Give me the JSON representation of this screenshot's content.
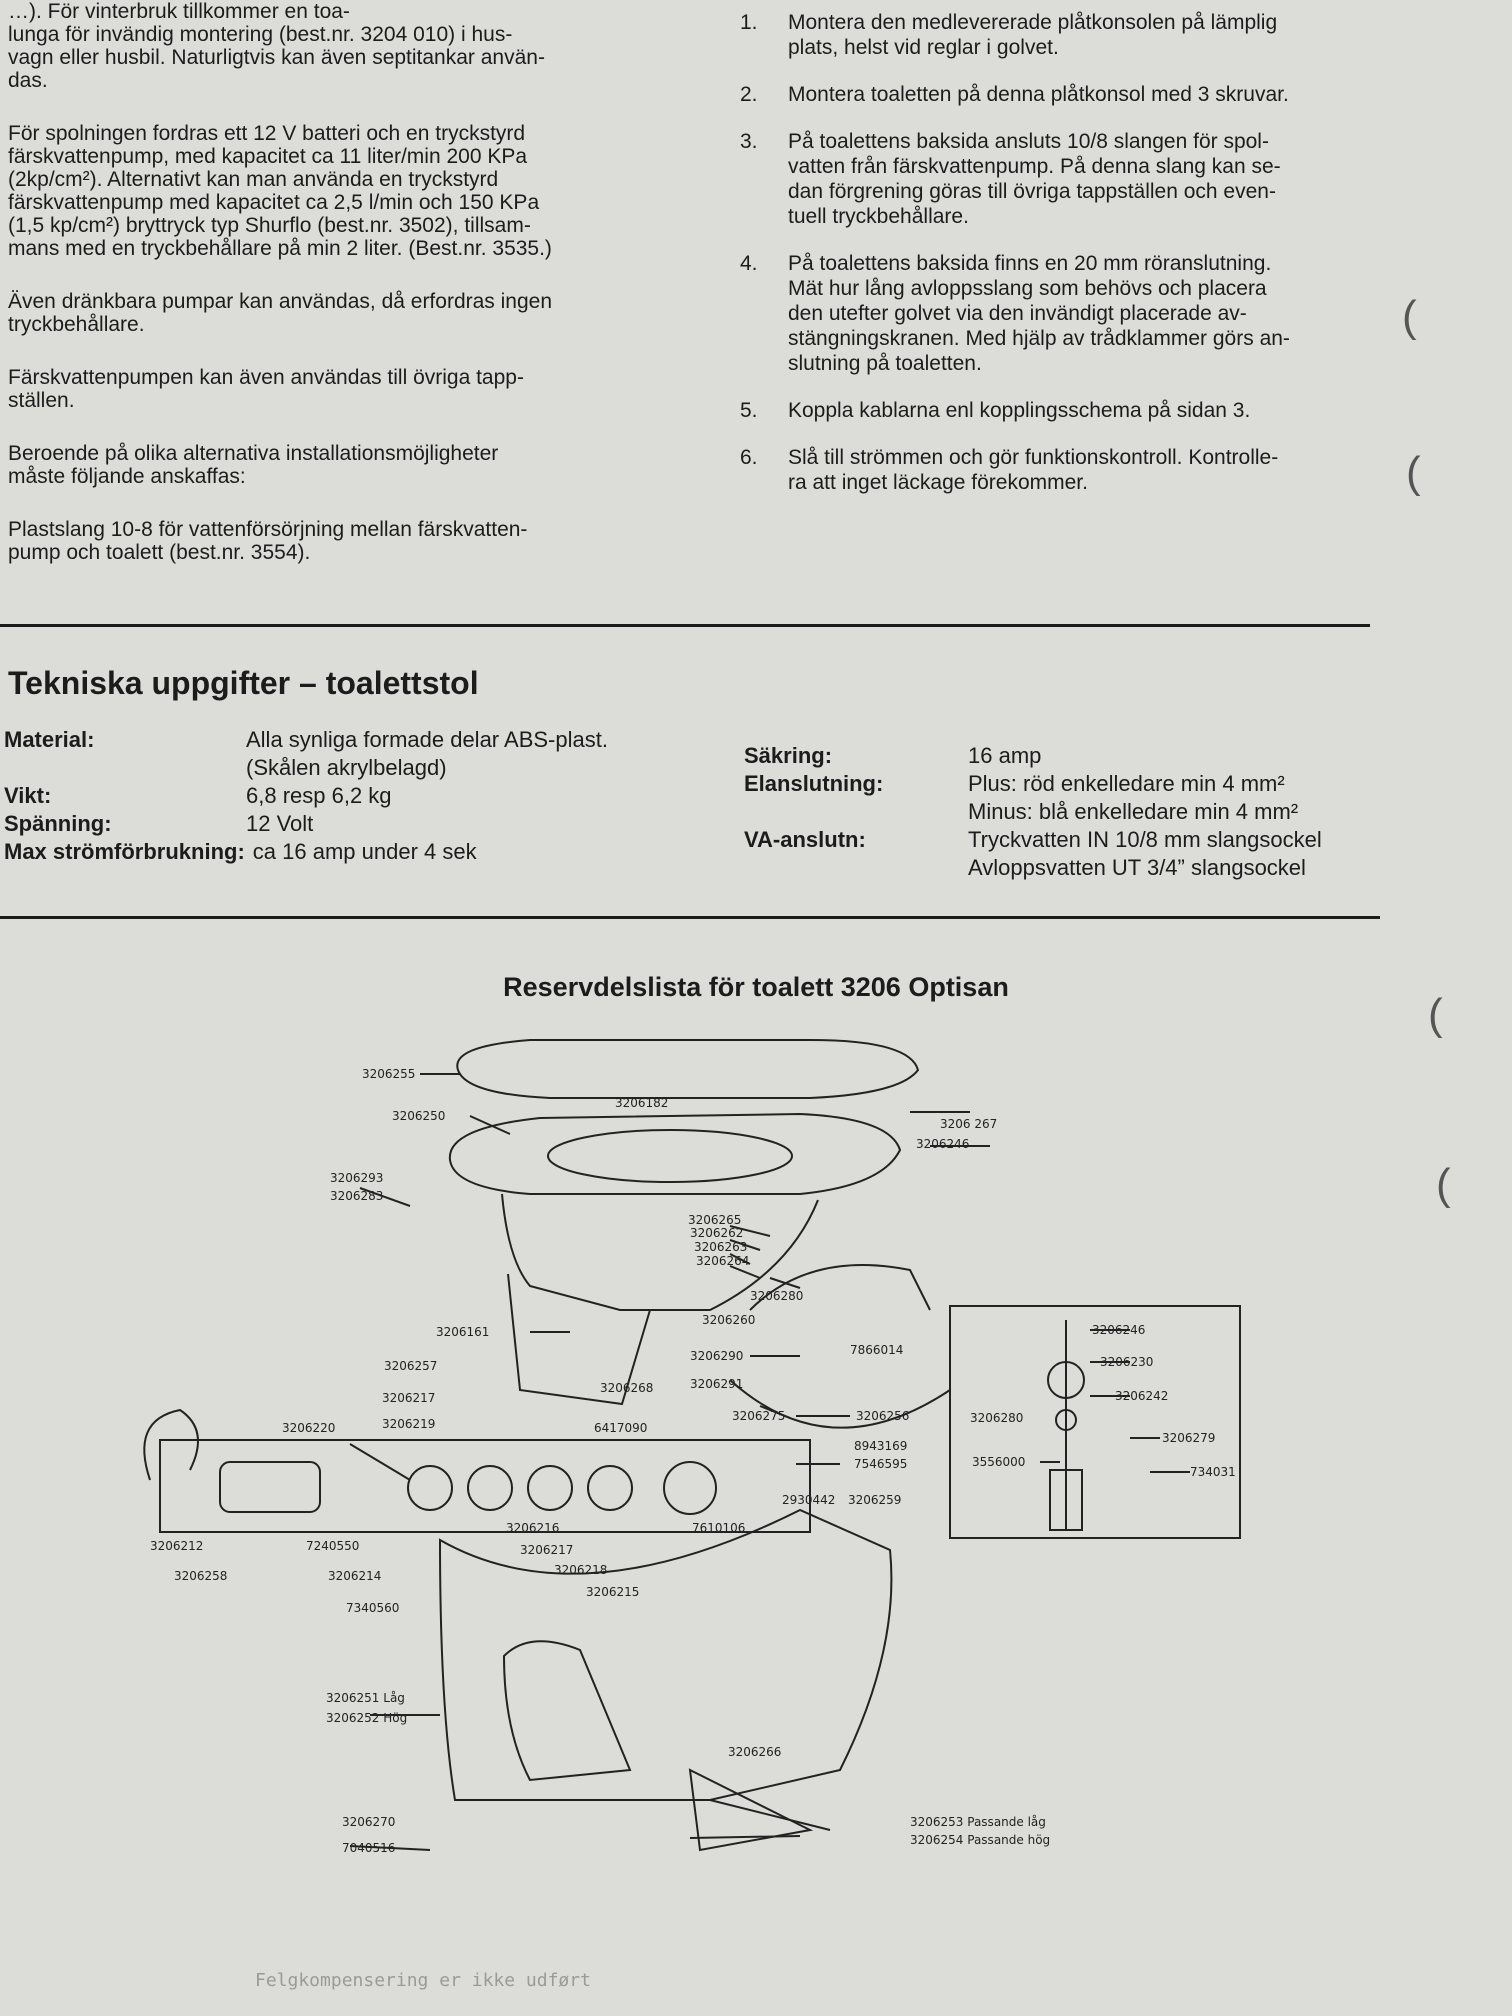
{
  "intro_left": [
    "…). För vinterbruk tillkommer en toa-\nlunga för invändig montering (best.nr. 3204 010) i hus-\nvagn eller husbil. Naturligtvis kan även septitankar använ-\ndas.",
    "För spolningen fordras ett 12 V batteri och en tryckstyrd\nfärskvattenpump, med kapacitet ca 11 liter/min 200 KPa\n(2kp/cm²). Alternativt kan man använda en tryckstyrd\nfärskvattenpump med kapacitet ca 2,5 l/min och 150 KPa\n(1,5 kp/cm²) bryttryck typ Shurflo (best.nr. 3502), tillsam-\nmans med en tryckbehållare på min 2 liter. (Best.nr. 3535.)",
    "Även dränkbara pumpar kan användas, då erfordras ingen\ntryckbehållare.",
    "Färskvattenpumpen kan även användas till övriga tapp-\nställen.",
    "Beroende på olika alternativa installationsmöjligheter\nmåste följande anskaffas:",
    "Plastslang 10-8 för vattenförsörjning mellan färskvatten-\npump och toalett (best.nr. 3554)."
  ],
  "steps": [
    {
      "num": "1.",
      "text": "Montera den medlevererade plåtkonsolen på lämplig\nplats, helst vid reglar i golvet."
    },
    {
      "num": "2.",
      "text": "Montera toaletten på denna plåtkonsol med 3 skruvar."
    },
    {
      "num": "3.",
      "text": "På toalettens baksida ansluts 10/8 slangen för spol-\nvatten från färskvattenpump. På denna slang kan se-\ndan förgrening göras till övriga tappställen och even-\ntuell tryckbehållare."
    },
    {
      "num": "4.",
      "text": "På toalettens baksida finns en 20 mm röranslutning.\nMät hur lång avloppsslang som behövs och placera\nden utefter golvet via den invändigt placerade av-\nstängningskranen. Med hjälp av trådklammer görs an-\nslutning på toaletten."
    },
    {
      "num": "5.",
      "text": "Koppla kablarna enl kopplingsschema på sidan 3."
    },
    {
      "num": "6.",
      "text": "Slå till strömmen och gör funktionskontroll. Kontrolle-\nra att inget läckage förekommer."
    }
  ],
  "section_title": "Tekniska uppgifter – toalettstol",
  "specs_left": [
    {
      "label": "Material:",
      "value": "Alla synliga formade delar ABS-plast.\n(Skålen akrylbelagd)"
    },
    {
      "label": "Vikt:",
      "value": "6,8 resp 6,2 kg"
    },
    {
      "label": "Spänning:",
      "value": "12 Volt"
    },
    {
      "label": "Max strömförbrukning:",
      "value": "ca 16 amp under 4 sek"
    }
  ],
  "specs_right": [
    {
      "label": "Säkring:",
      "value": "16 amp"
    },
    {
      "label": "Elanslutning:",
      "value": "Plus: röd enkelledare min 4 mm²\nMinus: blå enkelledare min 4 mm²"
    },
    {
      "label": "VA-anslutn:",
      "value": "Tryckvatten IN 10/8 mm slangsockel\nAvloppsvatten UT 3/4” slangsockel"
    }
  ],
  "diagram_title": "Reservdelslista för toalett 3206 Optisan",
  "part_labels": {
    "p3206255": "3206255",
    "p3206250": "3206250",
    "p3206182": "3206182",
    "p3206267": "3206 267",
    "p3206246a": "3206246",
    "p3206293": "3206293",
    "p3206283": "3206283",
    "p3206265": "3206265",
    "p3206262": "3206262",
    "p3206263": "3206263",
    "p3206264": "3206264",
    "p3206280a": "3206280",
    "p3206260": "3206260",
    "p3206161": "3206161",
    "p3206290": "3206290",
    "p3206291": "3206291",
    "p3206268": "3206268",
    "p7866014": "7866014",
    "p3206257": "3206257",
    "p3206217a": "3206217",
    "p3206219": "3206219",
    "p3206220": "3206220",
    "p6417090": "6417090",
    "p3206275": "3206275",
    "p3206256": "3206256",
    "p8943169": "8943169",
    "p7546595": "7546595",
    "p2930442": "2930442",
    "p3206259": "3206259",
    "p3206216": "3206216",
    "p7610106": "7610106",
    "p3206212": "3206212",
    "p7240550": "7240550",
    "p3206217b": "3206217",
    "p3206218": "3206218",
    "p3206215": "3206215",
    "p3206258": "3206258",
    "p3206214": "3206214",
    "p7340560": "7340560",
    "p3206251": "3206251 Låg",
    "p3206252": "3206252 Hög",
    "p3206266": "3206266",
    "p3206270": "3206270",
    "p7040516": "7040516",
    "p3206253": "3206253 Passande låg",
    "p3206254": "3206254 Passande hög",
    "p3206246b": "3206246",
    "p3206230": "3206230",
    "p3206242": "3206242",
    "p3206280b": "3206280",
    "p3206279": "3206279",
    "p3556000": "3556000",
    "p7340311": "734031"
  },
  "footer_text": "Felgkompensering er ikke udført"
}
